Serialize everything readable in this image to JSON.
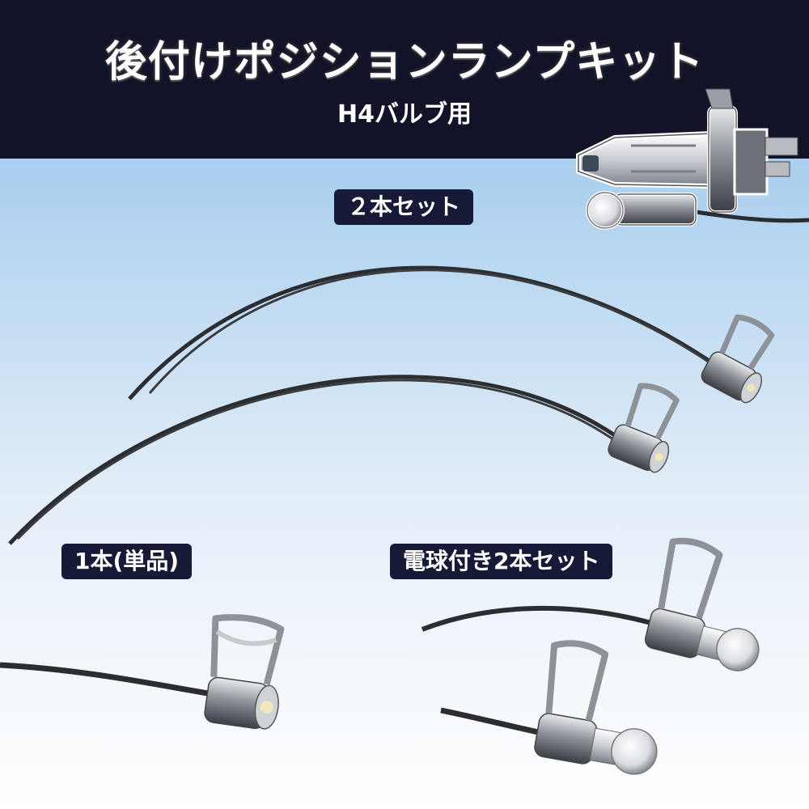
{
  "header": {
    "title": "後付けポジションランプキット",
    "subtitle": "H4バルブ用"
  },
  "labels": {
    "set_two": "２本セット",
    "single": "1本(単品)",
    "set_with_bulbs": "電球付き2本セット"
  },
  "colors": {
    "header_bg": "#121228",
    "tag_bg": "#161a36",
    "wire": "#2b2d31",
    "metal": "#a8acb2"
  }
}
